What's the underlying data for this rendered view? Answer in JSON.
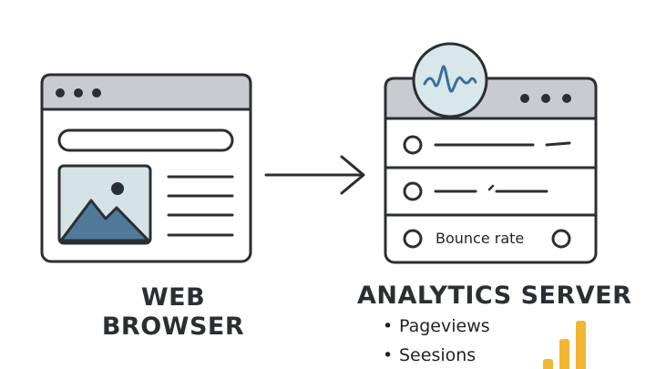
{
  "browser": {
    "title_line1": "WEB",
    "title_line2": "BROWSER"
  },
  "server": {
    "title": "ANALYTICS SERVER",
    "row_label": "Bounce rate",
    "metrics": [
      "Pageviews",
      "Seesions"
    ],
    "bullet": "•"
  },
  "colors": {
    "stroke": "#2b2f33",
    "header_fill": "#c9cbd1",
    "image_bg": "#d5e2e6",
    "mountain": "#4f7a99",
    "pulse": "#3a6f9b",
    "badge_fill": "#d8e7ea",
    "bar_accent": "#f2b632"
  },
  "icons": [
    "browser-window-icon",
    "image-placeholder-icon",
    "arrow-right-icon",
    "server-panel-icon",
    "pulse-wave-icon",
    "bar-chart-icon"
  ]
}
